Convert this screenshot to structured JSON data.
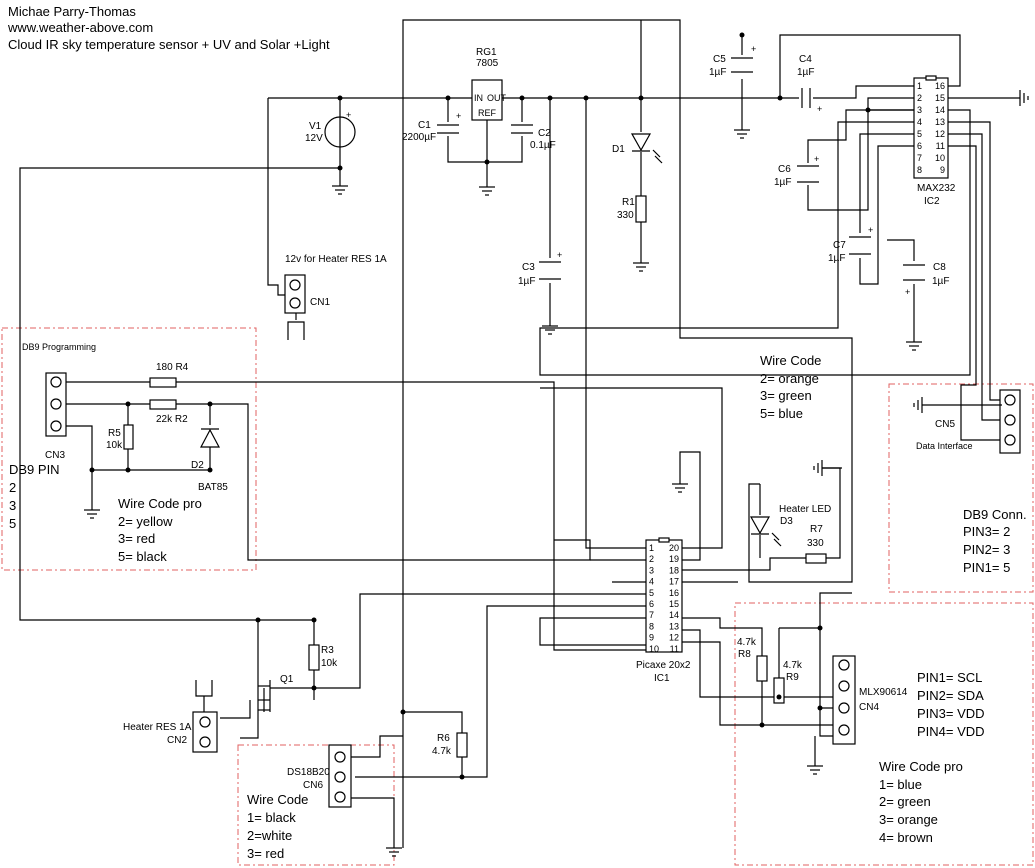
{
  "header": {
    "author": "Michae Parry-Thomas",
    "website": "www.weather-above.com",
    "description": "Cloud IR sky temperature sensor + UV and Solar  +Light"
  },
  "regulator": {
    "ref": "RG1",
    "part": "7805",
    "pin_in": "IN",
    "pin_out": "OUT",
    "pin_ref": "REF"
  },
  "battery": {
    "ref": "V1",
    "value": "12V"
  },
  "capacitors": {
    "c1_ref": "C1",
    "c1_val": "2200µF",
    "c2_ref": "C2",
    "c2_val": "0.1µF",
    "c3_ref": "C3",
    "c3_val": "1µF",
    "c4_ref": "C4",
    "c4_val": "1µF",
    "c5_ref": "C5",
    "c5_val": "1µF",
    "c6_ref": "C6",
    "c6_val": "1µF",
    "c7_ref": "C7",
    "c7_val": "1µF",
    "c8_ref": "C8",
    "c8_val": "1µF"
  },
  "resistors": {
    "r1_ref": "R1",
    "r1_val": "330",
    "r2_label": "22k  R2",
    "r3_ref": "R3",
    "r3_val": "10k",
    "r4_label": "180  R4",
    "r5_ref": "R5",
    "r5_val": "10k",
    "r6_ref": "R6",
    "r6_val": "4.7k",
    "r7_ref": "R7",
    "r7_val": "330",
    "r8_val": "4.7k",
    "r8_ref": "R8",
    "r9_val": "4.7k",
    "r9_ref": "R9"
  },
  "diodes": {
    "d1_ref": "D1",
    "d2_ref": "D2",
    "d2_part": "BAT85",
    "d3_label": "Heater LED",
    "d3_ref": "D3"
  },
  "transistor": {
    "ref": "Q1"
  },
  "max232": {
    "part": "MAX232",
    "ref": "IC2",
    "left_pins": [
      "1",
      "2",
      "3",
      "4",
      "5",
      "6",
      "7",
      "8"
    ],
    "right_pins": [
      "16",
      "15",
      "14",
      "13",
      "12",
      "11",
      "10",
      "9"
    ]
  },
  "picaxe": {
    "part": "Picaxe 20x2",
    "ref": "IC1",
    "left_pins": [
      "1",
      "2",
      "3",
      "4",
      "5",
      "6",
      "7",
      "8",
      "9",
      "10"
    ],
    "right_pins": [
      "20",
      "19",
      "18",
      "17",
      "16",
      "15",
      "14",
      "13",
      "12",
      "11"
    ]
  },
  "connectors": {
    "cn1_caption": "12v for Heater RES 1A",
    "cn1_ref": "CN1",
    "cn2_caption": "Heater RES 1A",
    "cn2_ref": "CN2",
    "cn3_caption": "DB9 Programming",
    "cn3_ref": "CN3",
    "cn4_part": "MLX90614",
    "cn4_ref": "CN4",
    "cn5_ref": "CN5",
    "cn5_caption": "Data Interface",
    "cn6_part": "DS18B20",
    "cn6_ref": "CN6"
  },
  "notes": {
    "wire_code_main": [
      "Wire Code",
      "2= orange",
      "3= green",
      "5= blue"
    ],
    "db9_pin": [
      "DB9 PIN",
      "2",
      "3",
      "5"
    ],
    "wire_code_pro_db9": [
      "Wire Code pro",
      "2= yellow",
      "3= red",
      "5= black"
    ],
    "db9_conn": [
      "DB9 Conn.",
      "PIN3= 2",
      "PIN2= 3",
      "PIN1= 5"
    ],
    "mlx_pins": [
      "PIN1= SCL",
      "PIN2= SDA",
      "PIN3= VDD",
      "PIN4= VDD"
    ],
    "wire_code_pro_mlx": [
      "Wire Code pro",
      "1= blue",
      "2= green",
      "3= orange",
      "4= brown"
    ],
    "wire_code_ds18b20": [
      "Wire Code",
      "1= black",
      "2=white",
      "3= red"
    ]
  }
}
